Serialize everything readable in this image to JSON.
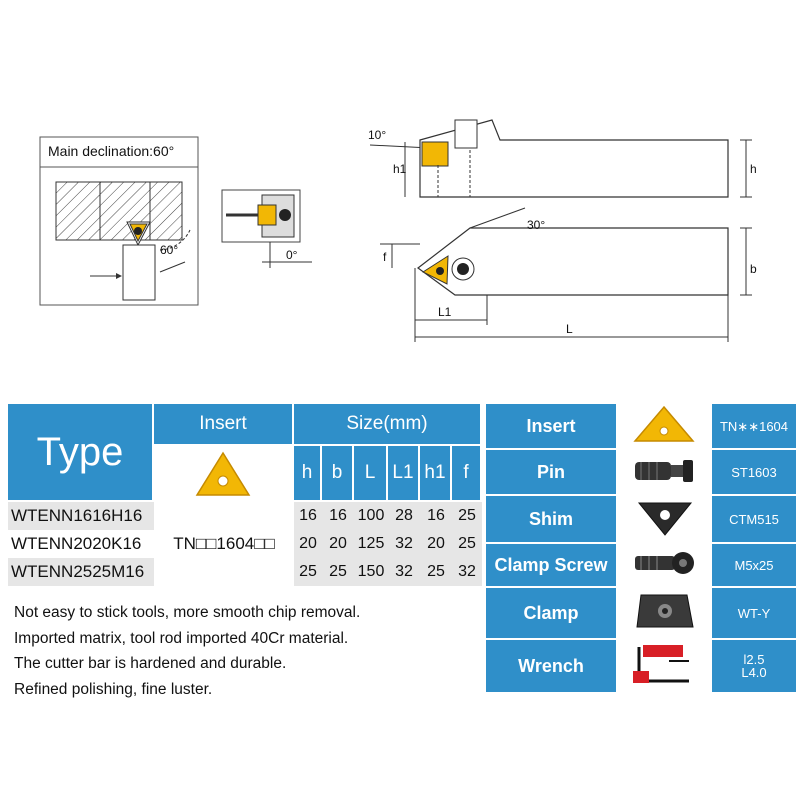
{
  "diagram": {
    "main_declination": "Main declination:60°",
    "angle_60": "60°",
    "angle_0": "0°",
    "angle_10": "10°",
    "angle_30": "30°",
    "dim_h1": "h1",
    "dim_h": "h",
    "dim_f": "f",
    "dim_b": "b",
    "dim_L1": "L1",
    "dim_L": "L"
  },
  "spec_table": {
    "type_label": "Type",
    "insert_label": "Insert",
    "size_label": "Size(mm)",
    "columns": [
      "h",
      "b",
      "L",
      "L1",
      "h1",
      "f"
    ],
    "insert_code": "TN□□1604□□",
    "rows": [
      {
        "model": "WTENN1616H16",
        "values": [
          "16",
          "16",
          "100",
          "28",
          "16",
          "25"
        ]
      },
      {
        "model": "WTENN2020K16",
        "values": [
          "20",
          "20",
          "125",
          "32",
          "20",
          "25"
        ]
      },
      {
        "model": "WTENN2525M16",
        "values": [
          "25",
          "25",
          "150",
          "32",
          "25",
          "32"
        ]
      }
    ]
  },
  "parts": [
    {
      "name": "Insert",
      "code": "TN∗∗1604",
      "icon": "insert-icon"
    },
    {
      "name": "Pin",
      "code": "ST1603",
      "icon": "pin-icon"
    },
    {
      "name": "Shim",
      "code": "CTM515",
      "icon": "shim-icon"
    },
    {
      "name": "Clamp Screw",
      "code": "M5x25",
      "icon": "clamp-screw-icon"
    },
    {
      "name": "Clamp",
      "code": "WT-Y",
      "icon": "clamp-icon"
    },
    {
      "name": "Wrench",
      "code_lines": [
        "l2.5",
        "L4.0"
      ],
      "icon": "wrench-icon"
    }
  ],
  "notes": [
    "Not easy to stick tools, more smooth chip removal.",
    "Imported matrix, tool rod imported 40Cr material.",
    "The cutter bar is hardened and durable.",
    "Refined polishing, fine luster."
  ],
  "colors": {
    "accent_blue": "#2f8fc9",
    "insert_gold": "#f2b705",
    "row_gray": "#e6e6e6",
    "wrench_red": "#d81f26"
  }
}
